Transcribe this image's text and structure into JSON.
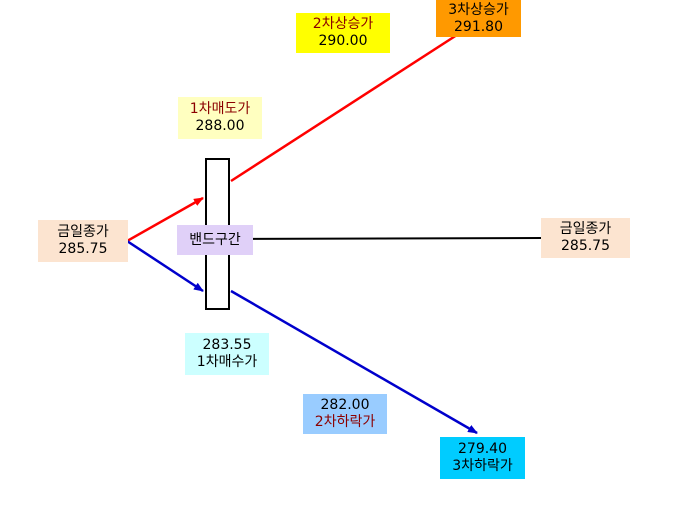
{
  "nodes": {
    "close_left": {
      "label": "금일종가",
      "value": "285.75",
      "color": "#fce4d0"
    },
    "close_right": {
      "label": "금일종가",
      "value": "285.75",
      "color": "#fce4d0"
    },
    "band": {
      "label": "밴드구간",
      "color": "#e0d0f8"
    },
    "sell1": {
      "label": "1차매도가",
      "value": "288.00",
      "color": "#ffffc0"
    },
    "up2": {
      "label": "2차상승가",
      "value": "290.00",
      "color": "#ffff00"
    },
    "up3": {
      "label": "3차상승가",
      "value": "291.80",
      "color": "#ff9900"
    },
    "buy1": {
      "value": "283.55",
      "label": "1차매수가",
      "color": "#ccffff"
    },
    "down2": {
      "value": "282.00",
      "label": "2차하락가",
      "color": "#99ccff"
    },
    "down3": {
      "value": "279.40",
      "label": "3차하락가",
      "color": "#00ccff"
    }
  },
  "colors": {
    "up_arrow": "#ff0000",
    "down_arrow": "#0000cc",
    "flat_line": "#000000"
  }
}
